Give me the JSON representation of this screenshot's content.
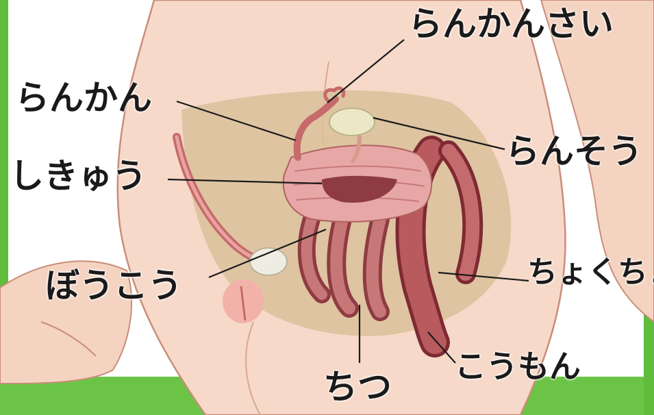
{
  "labels": {
    "rankansai": "らんかんさい",
    "rankan": "らんかん",
    "ransou": "らんそう",
    "shikyuu": "しきゅう",
    "boukou": "ぼうこう",
    "chokuchou": "ちょくちょ",
    "chitsu": "ちつ",
    "koumon": "こうもん"
  },
  "colors": {
    "skin": "#f6d9c9",
    "skin_shadow": "#e9b9a4",
    "pelvis_area": "#d9bf9a",
    "organ": "#b85a5e",
    "organ_dark": "#7d2a33",
    "uterus": "#e7a7a7",
    "ovary": "#ece8c7",
    "bladder": "#efece3",
    "green_border": "#5fbd3b",
    "leader_line": "#1a1a1a"
  }
}
